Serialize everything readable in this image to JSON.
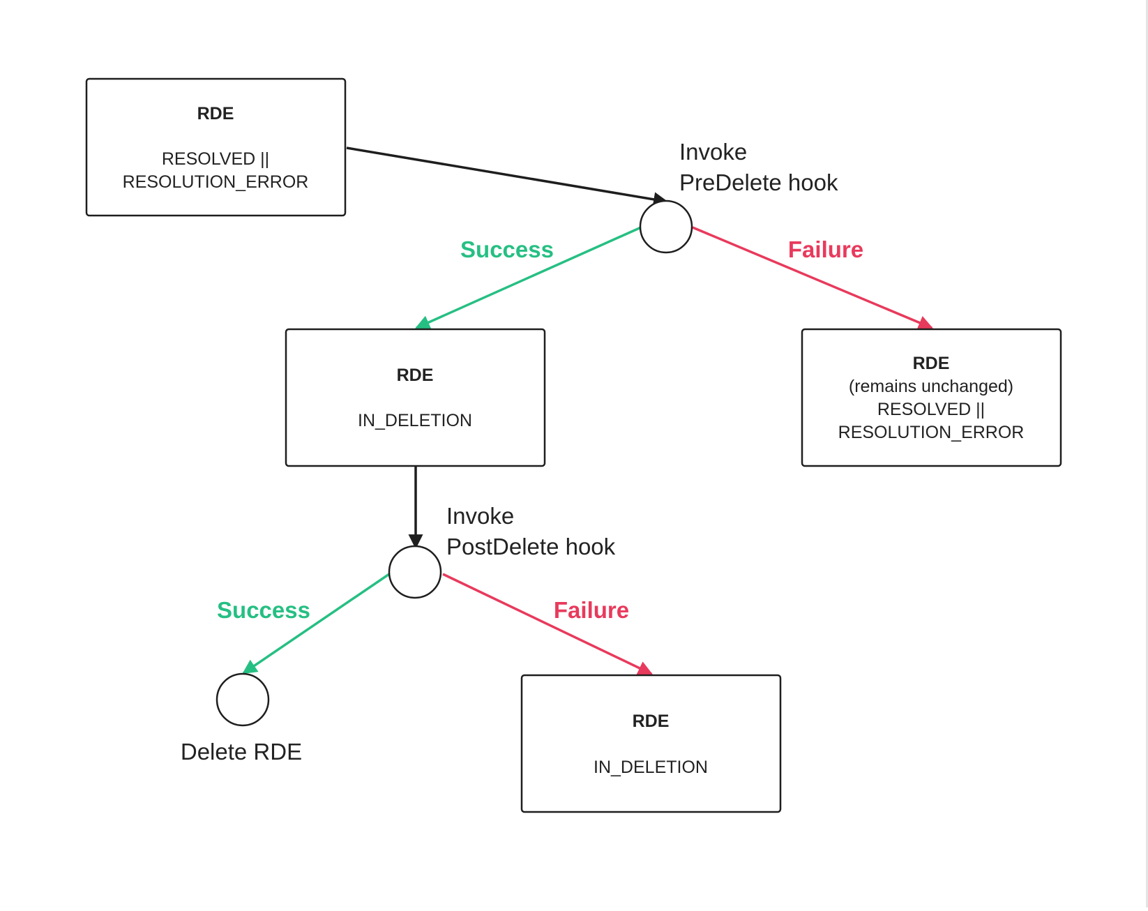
{
  "boxes": {
    "start": {
      "title": "RDE",
      "lines": [
        "RESOLVED ||",
        "RESOLUTION_ERROR"
      ]
    },
    "in_deletion": {
      "title": "RDE",
      "lines": [
        "IN_DELETION"
      ]
    },
    "unchanged": {
      "title": "RDE",
      "lines": [
        "(remains unchanged)",
        "RESOLVED ||",
        "RESOLUTION_ERROR"
      ]
    },
    "post_failure": {
      "title": "RDE",
      "lines": [
        "IN_DELETION"
      ]
    }
  },
  "nodes": {
    "predelete": {
      "lines": [
        "Invoke",
        "PreDelete hook"
      ]
    },
    "postdelete": {
      "lines": [
        "Invoke",
        "PostDelete hook"
      ]
    },
    "delete": {
      "label": "Delete RDE"
    }
  },
  "edges": {
    "pre_success": "Success",
    "pre_failure": "Failure",
    "post_success": "Success",
    "post_failure": "Failure"
  },
  "colors": {
    "success": "#26bf83",
    "failure": "#e83a5c",
    "neutral": "#1e1e1e"
  }
}
